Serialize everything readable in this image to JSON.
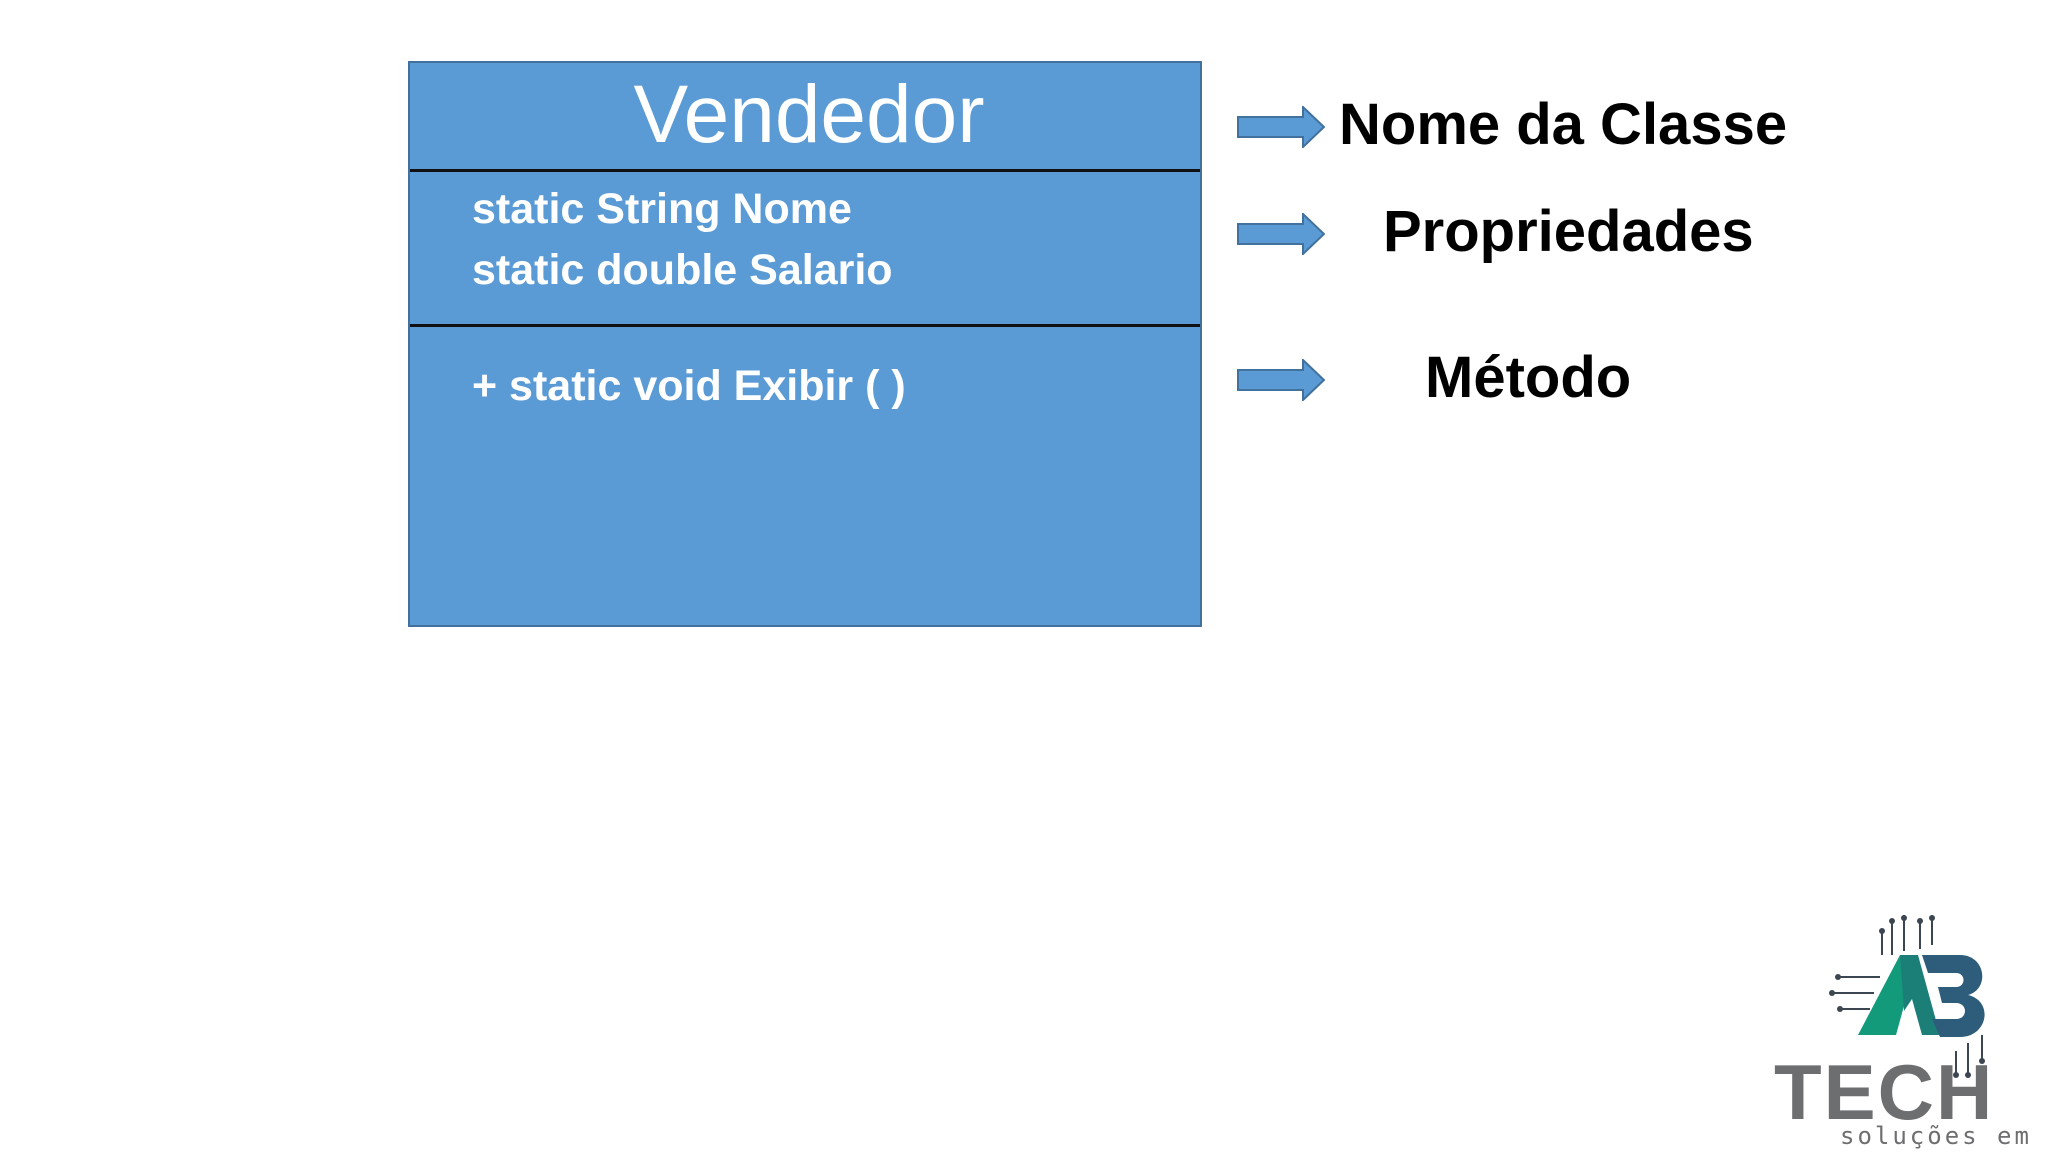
{
  "class_diagram": {
    "class_name": "Vendedor",
    "properties": [
      "static String Nome",
      "static double Salario"
    ],
    "methods": [
      "+ static void Exibir ( )"
    ]
  },
  "annotations": [
    {
      "label": "Nome da Classe"
    },
    {
      "label": "Propriedades"
    },
    {
      "label": "Método"
    }
  ],
  "logo": {
    "brand": "TECH",
    "tagline": "soluções em ti"
  },
  "colors": {
    "box_fill": "#5b9bd5",
    "box_border": "#41719c",
    "box_text": "#ffffff",
    "divider": "#111111",
    "arrow_fill": "#5b9bd5",
    "label_text": "#000000",
    "logo_green": "#139a7b",
    "logo_blue": "#2e5d7c",
    "logo_gray": "#6d6e70"
  },
  "icons": [
    "right-arrow-icon",
    "ab-tech-logo-icon"
  ]
}
